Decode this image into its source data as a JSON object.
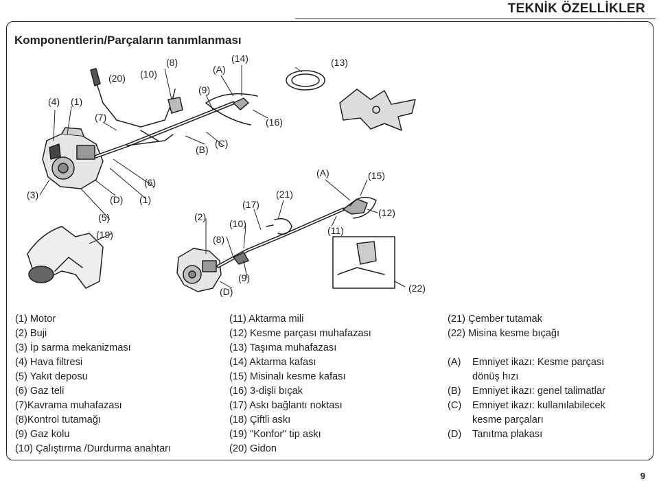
{
  "header": {
    "title": "TEKNİK ÖZELLİKLER"
  },
  "section": {
    "title": "Komponentlerin/Parçaların tanımlanması"
  },
  "callouts": {
    "c4": "(4)",
    "c1a": "(1)",
    "c20": "(20)",
    "c10a": "(10)",
    "c8a": "(8)",
    "c9a": "(9)",
    "cA1": "(A)",
    "c14": "(14)",
    "c13": "(13)",
    "c7": "(7)",
    "c16": "(16)",
    "cB": "(B)",
    "cC": "(C)",
    "c3": "(3)",
    "cD1": "(D)",
    "c6": "(6)",
    "c1b": "(1)",
    "c5": "(5)",
    "c19": "(19)",
    "c2": "(2)",
    "c17": "(17)",
    "c10b": "(10)",
    "c8b": "(8)",
    "c21": "(21)",
    "cA2": "(A)",
    "c15": "(15)",
    "c12": "(12)",
    "c11": "(11)",
    "c9b": "(9)",
    "cD2": "(D)",
    "c22": "(22)"
  },
  "legend": {
    "col1": [
      "(1) Motor",
      "(2) Buji",
      "(3) İp sarma mekanizması",
      "(4) Hava filtresi",
      "(5) Yakıt deposu",
      "(6) Gaz teli",
      "(7)Kavrama muhafazası",
      "(8)Kontrol tutamağı",
      "(9) Gaz kolu",
      "(10) Çalıştırma /Durdurma anahtarı"
    ],
    "col2": [
      "(11) Aktarma mili",
      "(12) Kesme parçası muhafazası",
      "(13) Taşıma muhafazası",
      "(14) Aktarma kafası",
      "(15) Misinalı kesme kafası",
      "(16) 3-dişli bıçak",
      "(17) Askı bağlantı noktası",
      "(18) Çiftli askı",
      "(19) \"Konfor\" tip askı",
      "(20) Gidon"
    ],
    "col3": {
      "l21": "(21)  Çember tutamak",
      "l22": "(22)  Misina kesme bıçağı",
      "a_key": "(A)",
      "a_text1": "Emniyet ikazı: Kesme parçası",
      "a_text2": "dönüş hızı",
      "b_key": "(B)",
      "b_text": "Emniyet ikazı: genel talimatlar",
      "c_key": "(C)",
      "c_text1": "Emniyet ikazı: kullanılabilecek",
      "c_text2": "kesme parçaları",
      "d_key": "(D)",
      "d_text": "Tanıtma plakası"
    }
  },
  "footer": {
    "page_number": "9"
  }
}
